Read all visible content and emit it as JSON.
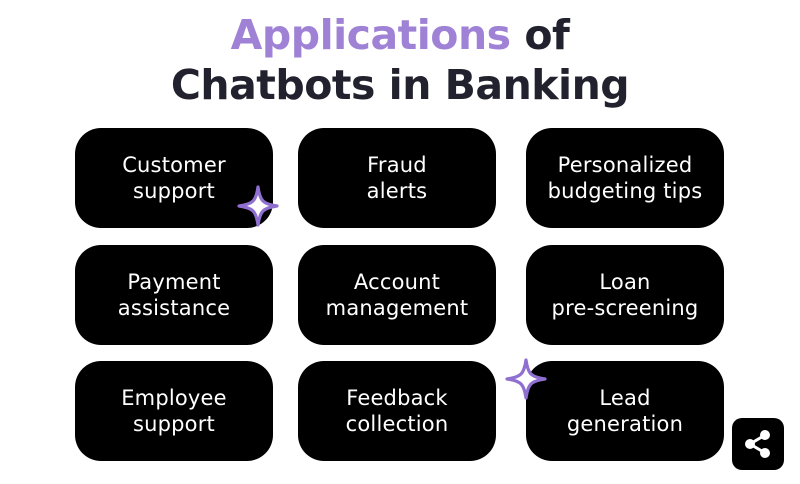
{
  "title": {
    "accent": "Applications",
    "rest": " of",
    "line2": "Chatbots in Banking"
  },
  "cards": [
    {
      "line1": "Customer",
      "line2": "support"
    },
    {
      "line1": "Fraud",
      "line2": "alerts"
    },
    {
      "line1": "Personalized",
      "line2": "budgeting tips"
    },
    {
      "line1": "Payment",
      "line2": "assistance"
    },
    {
      "line1": "Account",
      "line2": "management"
    },
    {
      "line1": "Loan",
      "line2": "pre-screening"
    },
    {
      "line1": "Employee",
      "line2": "support"
    },
    {
      "line1": "Feedback",
      "line2": "collection"
    },
    {
      "line1": "Lead",
      "line2": "generation"
    }
  ],
  "colors": {
    "accent": "#9f82d6",
    "title": "#22222e",
    "card": "#000000",
    "sparkle": "#8f6fd0"
  },
  "icons": {
    "sparkle": "sparkle-icon",
    "share": "share-icon"
  }
}
